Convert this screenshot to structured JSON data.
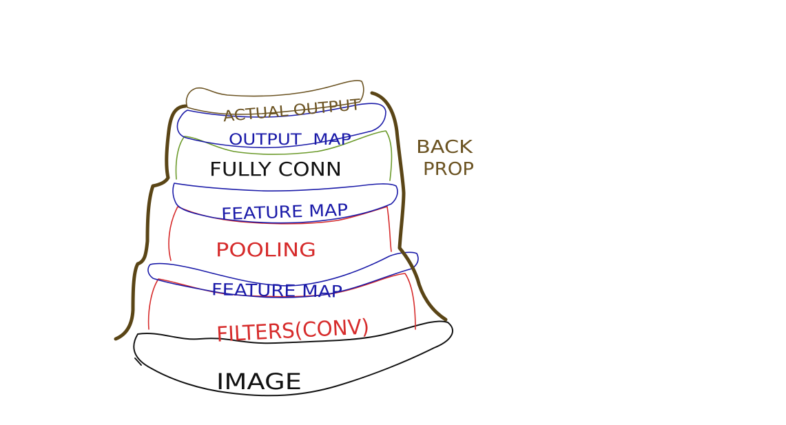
{
  "diagram": {
    "layers": [
      {
        "id": "actual-output",
        "label": "ACTUAL OUTPUT",
        "color": "#6b5322"
      },
      {
        "id": "output-map",
        "label": "OUTPUT  MAP",
        "color": "#1a1aa8"
      },
      {
        "id": "fully-conn",
        "label": "FULLY CONN",
        "color": "#111111"
      },
      {
        "id": "feature-map-2",
        "label": "FEATURE MAP",
        "color": "#1a1aa8"
      },
      {
        "id": "pooling",
        "label": "POOLING",
        "color": "#d62b2b"
      },
      {
        "id": "feature-map-1",
        "label": "FEATURE MAP",
        "color": "#1a1aa8"
      },
      {
        "id": "filters",
        "label": "FILTERS(CONV)",
        "color": "#d62b2b"
      },
      {
        "id": "image",
        "label": "IMAGE",
        "color": "#111111"
      }
    ],
    "backprop": {
      "line1": "BACK",
      "line2": "PROP",
      "color": "#6b5322"
    },
    "colors": {
      "actual_output_outline": "#6b5322",
      "output_map_outline": "#1a1aa8",
      "fully_conn_outline": "#6b9a2a",
      "feature_map_outline": "#1a1aa8",
      "pooling_outline": "#d62b2b",
      "filters_outline": "#d62b2b",
      "image_outline": "#111111",
      "bracket": "#5a4516"
    }
  }
}
